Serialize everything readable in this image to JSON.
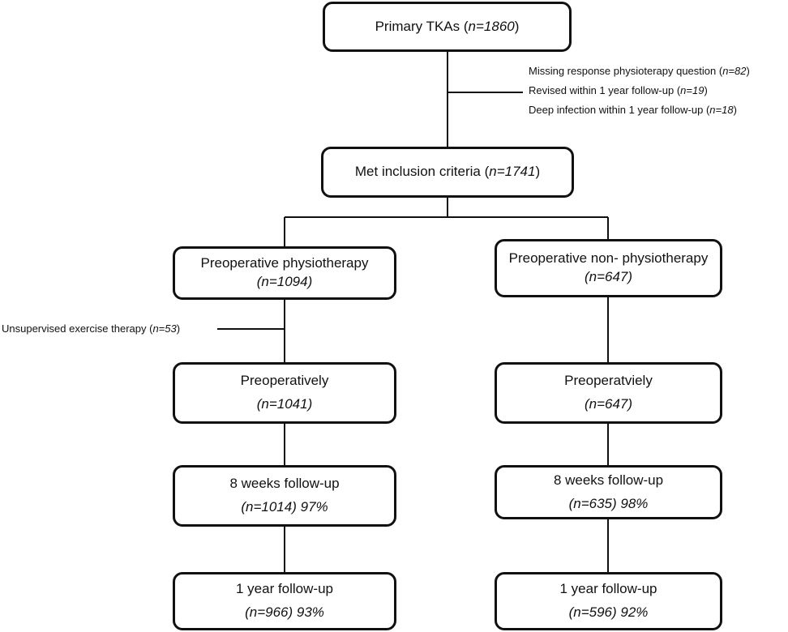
{
  "nodes": {
    "top": {
      "title": "Primary TKAs",
      "n": "n=1860"
    },
    "inclusion": {
      "title": "Met inclusion criteria",
      "n": "n=1741"
    },
    "left_branch": {
      "head": {
        "title": "Preoperative physiotherapy",
        "n": "n=1094"
      },
      "pre": {
        "title": "Preoperatively",
        "n": "n=1041"
      },
      "w8": {
        "title": "8 weeks follow-up",
        "n": "n=1014",
        "pct": "97%"
      },
      "y1": {
        "title": "1 year follow-up",
        "n": "n=966",
        "pct": "93%"
      }
    },
    "right_branch": {
      "head": {
        "title": "Preoperative non- physiotherapy",
        "n": "n=647"
      },
      "pre": {
        "title": "Preoperatviely",
        "n": "n=647"
      },
      "w8": {
        "title": "8 weeks follow-up",
        "n": "n=635",
        "pct": "98%"
      },
      "y1": {
        "title": "1 year follow-up",
        "n": "n=596",
        "pct": "92%"
      }
    }
  },
  "exclusions": [
    {
      "label": "Missing response physioterapy question",
      "n": "n=82"
    },
    {
      "label": "Revised within 1 year follow-up",
      "n": "n=19"
    },
    {
      "label": "Deep infection within 1 year follow-up",
      "n": "n=18"
    }
  ],
  "side_exclusion": {
    "label": "Unsupervised exercise therapy",
    "n": "n=53"
  }
}
